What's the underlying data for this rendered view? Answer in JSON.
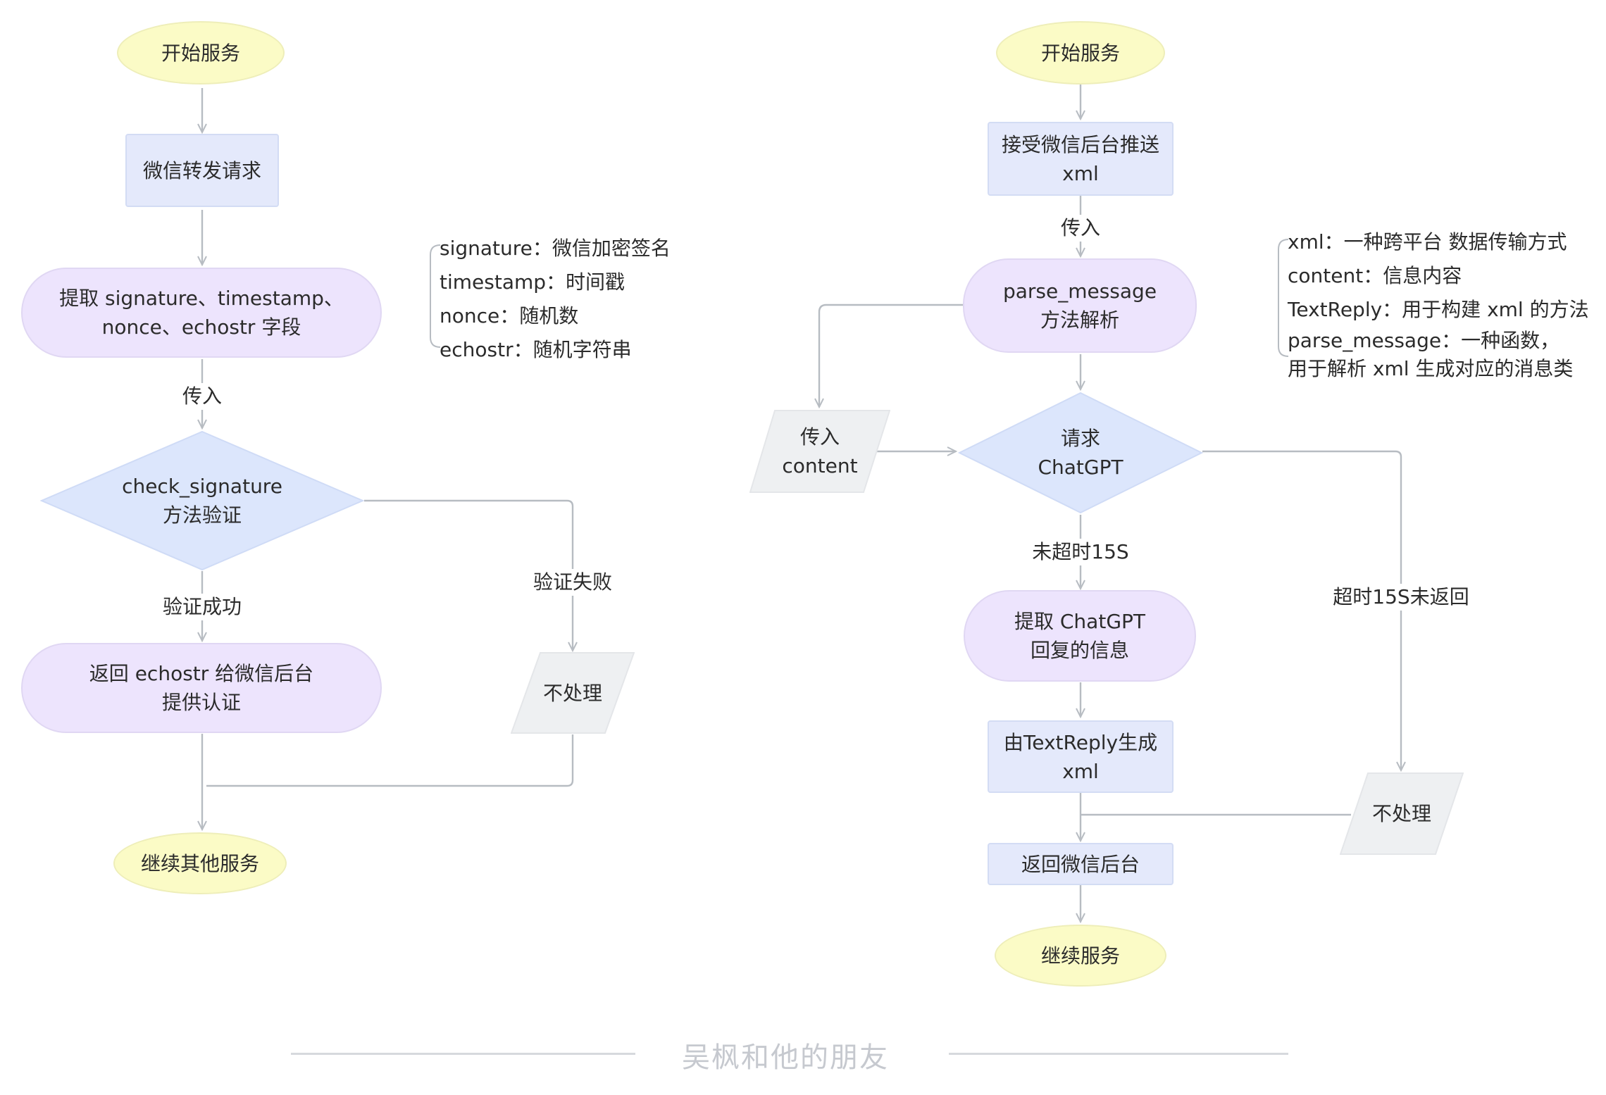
{
  "left": {
    "start": "开始服务",
    "wechat_forward": "微信转发请求",
    "extract_fields": "提取 signature、timestamp、\nnonce、echostr 字段",
    "pass_in": "传入",
    "check_signature": "check_signature\n方法验证",
    "verify_success": "验证成功",
    "verify_fail": "验证失败",
    "return_echostr": "返回 echostr 给微信后台\n提供认证",
    "no_process": "不处理",
    "continue_other": "继续其他服务",
    "note_lines": [
      "signature：微信加密签名",
      "timestamp：时间戳",
      "nonce：随机数",
      "echostr：随机字符串"
    ]
  },
  "right": {
    "start": "开始服务",
    "receive_xml": "接受微信后台推送\nxml",
    "pass_in": "传入",
    "parse_message": "parse_message\n方法解析",
    "input_content": "传入\ncontent",
    "request_chatgpt": "请求\nChatGPT",
    "not_timeout": "未超时15S",
    "timeout": "超时15S未返回",
    "extract_reply": "提取 ChatGPT\n回复的信息",
    "textreply_xml": "由TextReply生成\nxml",
    "no_process": "不处理",
    "return_wechat": "返回微信后台",
    "continue": "继续服务",
    "note_lines": [
      "xml：一种跨平台 数据传输方式",
      "content：信息内容",
      "TextReply：用于构建 xml 的方法",
      "parse_message：一种函数，",
      "用于解析 xml 生成对应的消息类"
    ]
  },
  "footer": "吴枫和他的朋友",
  "colors": {
    "terminal": "#fbfbc6",
    "process": "#e4e9fb",
    "pill": "#ede4fd",
    "decision": "#dce6fc",
    "io": "#eef0f2",
    "connector": "#b7bcc2",
    "footer_text": "#c6c9cf"
  }
}
